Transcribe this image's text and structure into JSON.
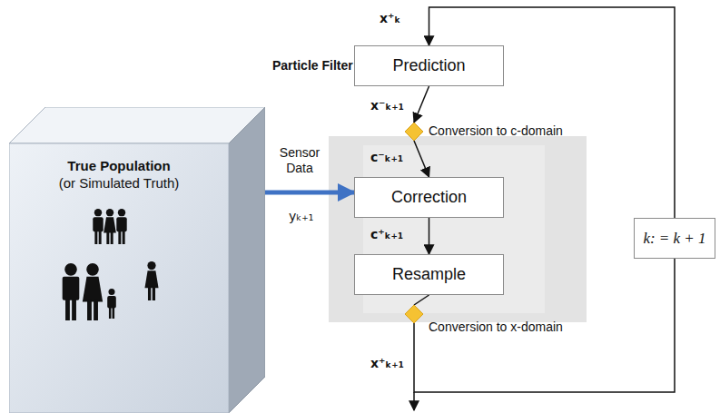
{
  "diagram": {
    "nodes": [
      {
        "text": [
          "True Population",
          "(or Simulated Truth)"
        ]
      },
      {
        "text": [
          "Prediction"
        ]
      },
      {
        "text": [
          "Conversion to c-domain"
        ]
      },
      {
        "text": [
          "Correction"
        ]
      },
      {
        "text": [
          "Resample"
        ]
      },
      {
        "text": [
          "Conversion to x-domain"
        ]
      },
      {
        "text": [
          "k: = k + 1"
        ]
      }
    ],
    "edges": [
      {
        "from": 0,
        "to": 3,
        "arrow": "to",
        "label": "Sensor Data"
      },
      {
        "from": 1,
        "to": 2,
        "arrow": "to",
        "label": "x⁻ₖ₊₁"
      },
      {
        "from": 2,
        "to": 3,
        "arrow": "to",
        "label": "c⁻ₖ₊₁"
      },
      {
        "from": 3,
        "to": 4,
        "arrow": "to",
        "label": "c⁺ₖ₊₁"
      },
      {
        "from": 4,
        "to": 5,
        "arrow": "none"
      },
      {
        "from": 5,
        "to": 6,
        "arrow": "none",
        "label": "x⁺ₖ₊₁"
      },
      {
        "from": 6,
        "to": 1,
        "arrow": "to",
        "label": "x⁺ₖ"
      }
    ],
    "labels": [
      "Particle Filter",
      "yₖ₊₁"
    ]
  }
}
